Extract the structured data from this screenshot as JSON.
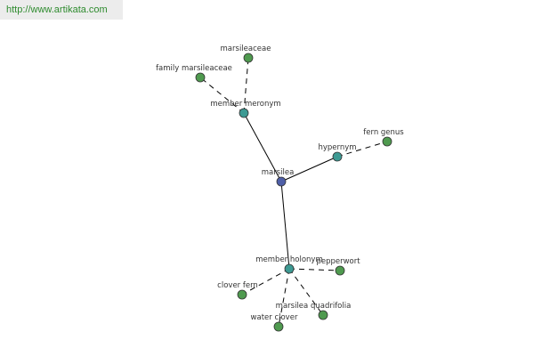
{
  "watermark": "http://www.artikata.com",
  "colors": {
    "center": "#4f5fa8",
    "relation": "#3d9a93",
    "leaf": "#4f9a4f",
    "edge": "#000000",
    "watermark_text": "#2e8b2e"
  },
  "nodes": {
    "center": {
      "label": "marsilea"
    },
    "member_meronym": {
      "label": "member meronym"
    },
    "hypernym": {
      "label": "hypernym"
    },
    "member_holonym": {
      "label": "member holonym"
    },
    "marsileaceae": {
      "label": "marsileaceae"
    },
    "family_marsileaceae": {
      "label": "family marsileaceae"
    },
    "fern_genus": {
      "label": "fern genus"
    },
    "pepperwort": {
      "label": "pepperwort"
    },
    "clover_fern": {
      "label": "clover fern"
    },
    "marsilea_quadrifolia": {
      "label": "marsilea quadrifolia"
    },
    "water_clover": {
      "label": "water clover"
    }
  }
}
